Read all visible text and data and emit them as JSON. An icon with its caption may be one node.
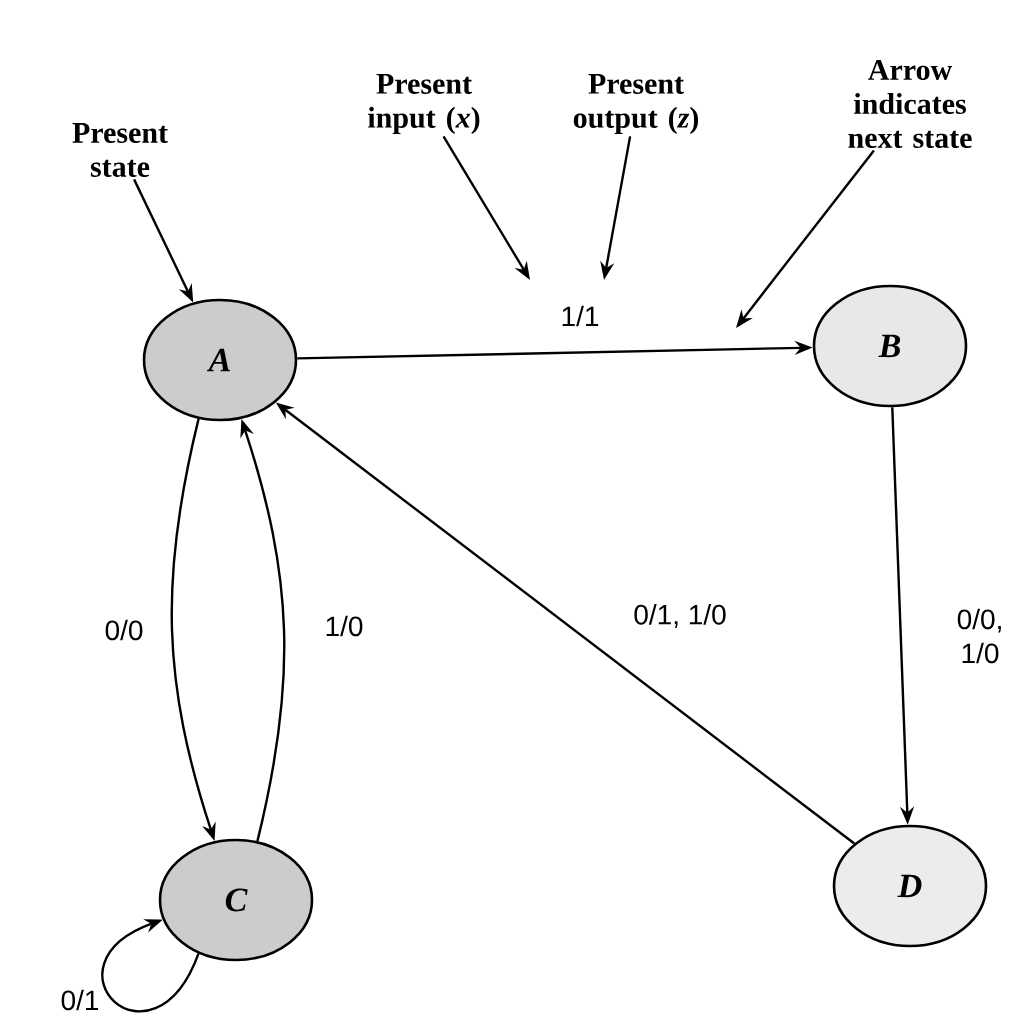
{
  "diagram": {
    "nodes": [
      {
        "text": [
          "A"
        ]
      },
      {
        "text": [
          "B"
        ]
      },
      {
        "text": [
          "C"
        ]
      },
      {
        "text": [
          "D"
        ]
      },
      {
        "text": [
          "Present state"
        ]
      },
      {
        "text": [
          "Present input (*x*)"
        ]
      },
      {
        "text": [
          "Present output (*z*)"
        ]
      },
      {
        "text": [
          "Arrow indicates next state"
        ]
      }
    ],
    "edges": [
      {
        "from": 0,
        "to": 1,
        "arrow": "to",
        "label": "1/1"
      },
      {
        "from": 1,
        "to": 3,
        "arrow": "to",
        "label": "0/0, 1/0"
      },
      {
        "from": 3,
        "to": 0,
        "arrow": "to",
        "label": "0/1, 1/0"
      },
      {
        "from": 0,
        "to": 2,
        "arrow": "to",
        "label": "0/0"
      },
      {
        "from": 2,
        "to": 0,
        "arrow": "to",
        "label": "1/0"
      },
      {
        "from": 2,
        "to": 2,
        "arrow": "to",
        "label": "0/1"
      },
      {
        "from": 4,
        "to": 0,
        "arrow": "to"
      },
      {
        "from": 5,
        "to": null,
        "arrow": "to"
      },
      {
        "from": 6,
        "to": null,
        "arrow": "to"
      },
      {
        "from": 7,
        "to": null,
        "arrow": "to"
      }
    ]
  }
}
